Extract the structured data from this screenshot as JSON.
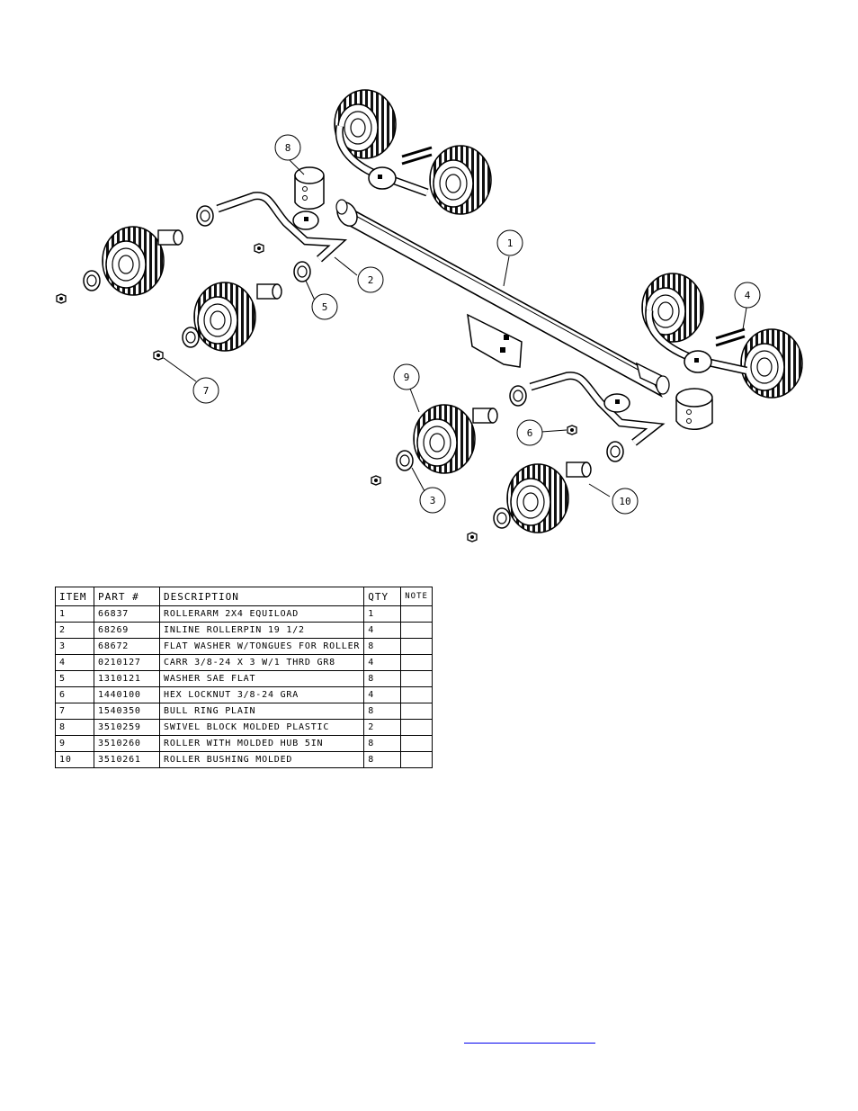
{
  "table": {
    "headers": [
      "ITEM",
      "PART #",
      "DESCRIPTION",
      "QTY",
      "NOTE"
    ],
    "rows": [
      [
        "1",
        "66837",
        "ROLLERARM  2X4 EQUILOAD",
        "1",
        ""
      ],
      [
        "2",
        "68269",
        "INLINE ROLLERPIN 19 1/2",
        "4",
        ""
      ],
      [
        "3",
        "68672",
        "FLAT WASHER W/TONGUES FOR ROLLER",
        "8",
        ""
      ],
      [
        "4",
        "0210127",
        "CARR 3/8-24 X 3 W/1 THRD GR8",
        "4",
        ""
      ],
      [
        "5",
        "1310121",
        "WASHER SAE FLAT",
        "8",
        ""
      ],
      [
        "6",
        "1440100",
        "HEX LOCKNUT 3/8-24 GRA",
        "4",
        ""
      ],
      [
        "7",
        "1540350",
        "BULL RING PLAIN",
        "8",
        ""
      ],
      [
        "8",
        "3510259",
        "SWIVEL BLOCK MOLDED PLASTIC",
        "2",
        ""
      ],
      [
        "9",
        "3510260",
        "ROLLER WITH MOLDED HUB  5IN",
        "8",
        ""
      ],
      [
        "10",
        "3510261",
        "ROLLER BUSHING MOLDED",
        "8",
        ""
      ]
    ]
  },
  "callouts": [
    "1",
    "2",
    "3",
    "4",
    "5",
    "6",
    "7",
    "8",
    "9",
    "10"
  ],
  "colors": {
    "ink": "#000000",
    "link": "#0000ee"
  }
}
